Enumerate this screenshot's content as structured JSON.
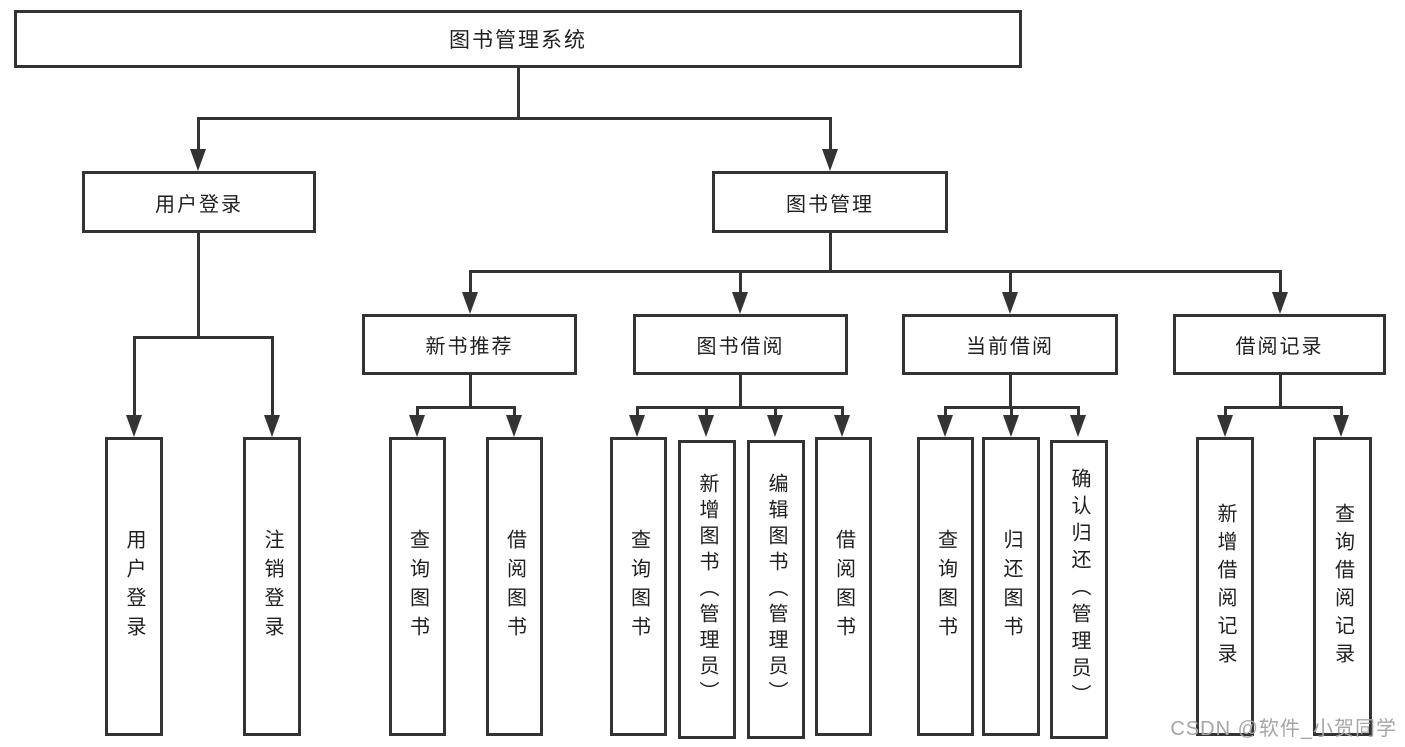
{
  "tree": {
    "label": "图书管理系统",
    "children": [
      {
        "label": "用户登录",
        "children": [
          {
            "label": "用户登录"
          },
          {
            "label": "注销登录"
          }
        ]
      },
      {
        "label": "图书管理",
        "children": [
          {
            "label": "新书推荐",
            "children": [
              {
                "label": "查询图书"
              },
              {
                "label": "借阅图书"
              }
            ]
          },
          {
            "label": "图书借阅",
            "children": [
              {
                "label": "查询图书"
              },
              {
                "label": "新增图书（管理员）"
              },
              {
                "label": "编辑图书（管理员）"
              },
              {
                "label": "借阅图书"
              }
            ]
          },
          {
            "label": "当前借阅",
            "children": [
              {
                "label": "查询图书"
              },
              {
                "label": "归还图书"
              },
              {
                "label": "确认归还（管理员）"
              }
            ]
          },
          {
            "label": "借阅记录",
            "children": [
              {
                "label": "新增借阅记录"
              },
              {
                "label": "查询借阅记录"
              }
            ]
          }
        ]
      }
    ]
  },
  "watermark": {
    "text": "CSDN @软件_小贺同学"
  },
  "colors": {
    "line": "#333333",
    "box_border": "#333333",
    "text": "#1f1f1f",
    "watermark": "#a6a6a6",
    "background": "#ffffff"
  }
}
